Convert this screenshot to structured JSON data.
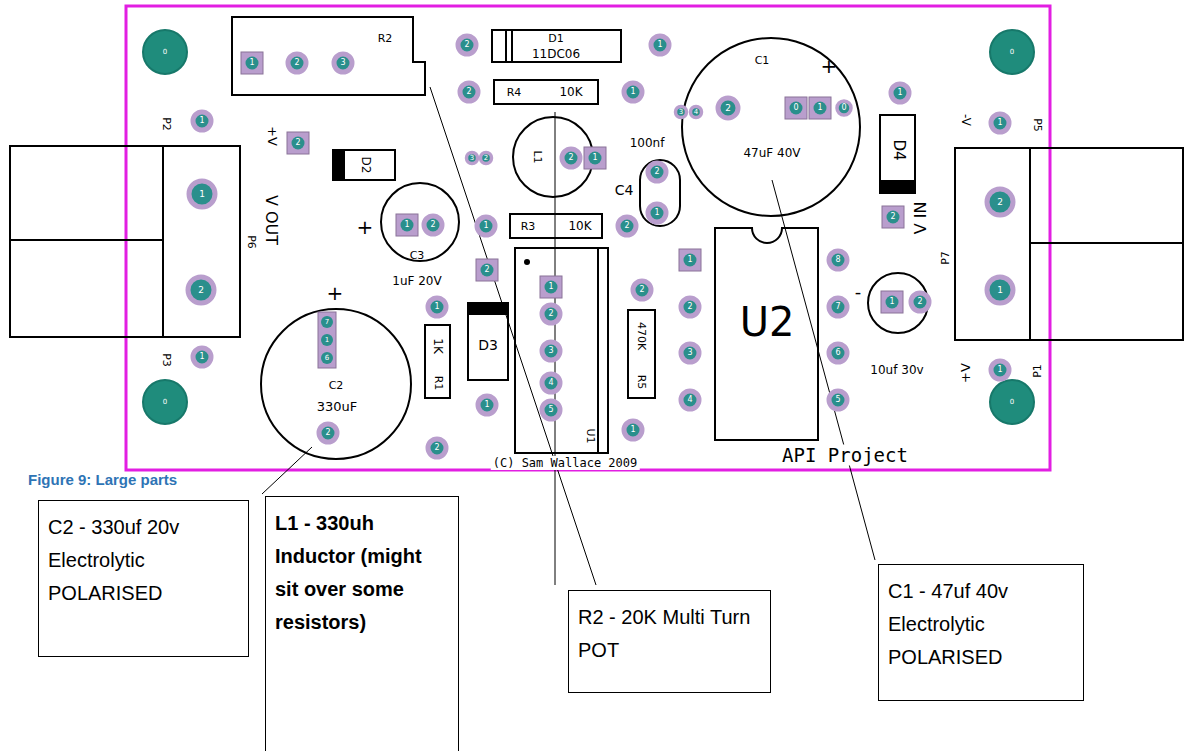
{
  "diagram": {
    "caption": "Figure 9: Large parts",
    "nodes": [
      {
        "text": [
          "C2 - 330uf 20v Electrolytic POLARISED"
        ]
      },
      {
        "text": [
          "L1 - 330uh Inductor (might sit over some resistors)"
        ]
      },
      {
        "text": [
          "R2 - 20K Multi Turn POT"
        ]
      },
      {
        "text": [
          "C1 - 47uf 40v Electrolytic POLARISED"
        ]
      }
    ],
    "labels": [
      "0",
      "0",
      "1",
      "2",
      "3",
      "R2",
      "2",
      "D1",
      "11DC06",
      "1",
      "2",
      "R4",
      "10K",
      "1",
      "C1",
      "+",
      "3",
      "4",
      "2",
      "0",
      "1",
      "0",
      "47uF 40V",
      "1",
      "P2",
      "1",
      "+V",
      "2",
      "D2",
      "3",
      "2",
      "L1",
      "2",
      "1",
      "100nf",
      "2",
      "C4",
      "1",
      "D4",
      "-V",
      "1",
      "P5",
      "1",
      "V OUT",
      "+",
      "1",
      "2",
      "C3",
      "1",
      "R3",
      "10K",
      "2",
      "2",
      "V IN",
      "2",
      "1uF 20V",
      "2",
      "1",
      "2",
      "1",
      "8",
      "P7",
      "P6",
      "2",
      "1",
      "+",
      "-",
      "1",
      "2",
      "1",
      "2",
      "2",
      "7",
      "7",
      "U2",
      "470K",
      "1",
      "D3",
      "1K",
      "3",
      "3",
      "6",
      "P3",
      "1",
      "6",
      "10uf 30v",
      "+V",
      "1",
      "P1",
      "R5",
      "R1",
      "4",
      "C2",
      "4",
      "5",
      "0",
      "0",
      "330uF",
      "1",
      "5",
      "1",
      "2",
      "U1",
      "2",
      "API Project",
      "(C) Sam Wallace 2009"
    ]
  }
}
